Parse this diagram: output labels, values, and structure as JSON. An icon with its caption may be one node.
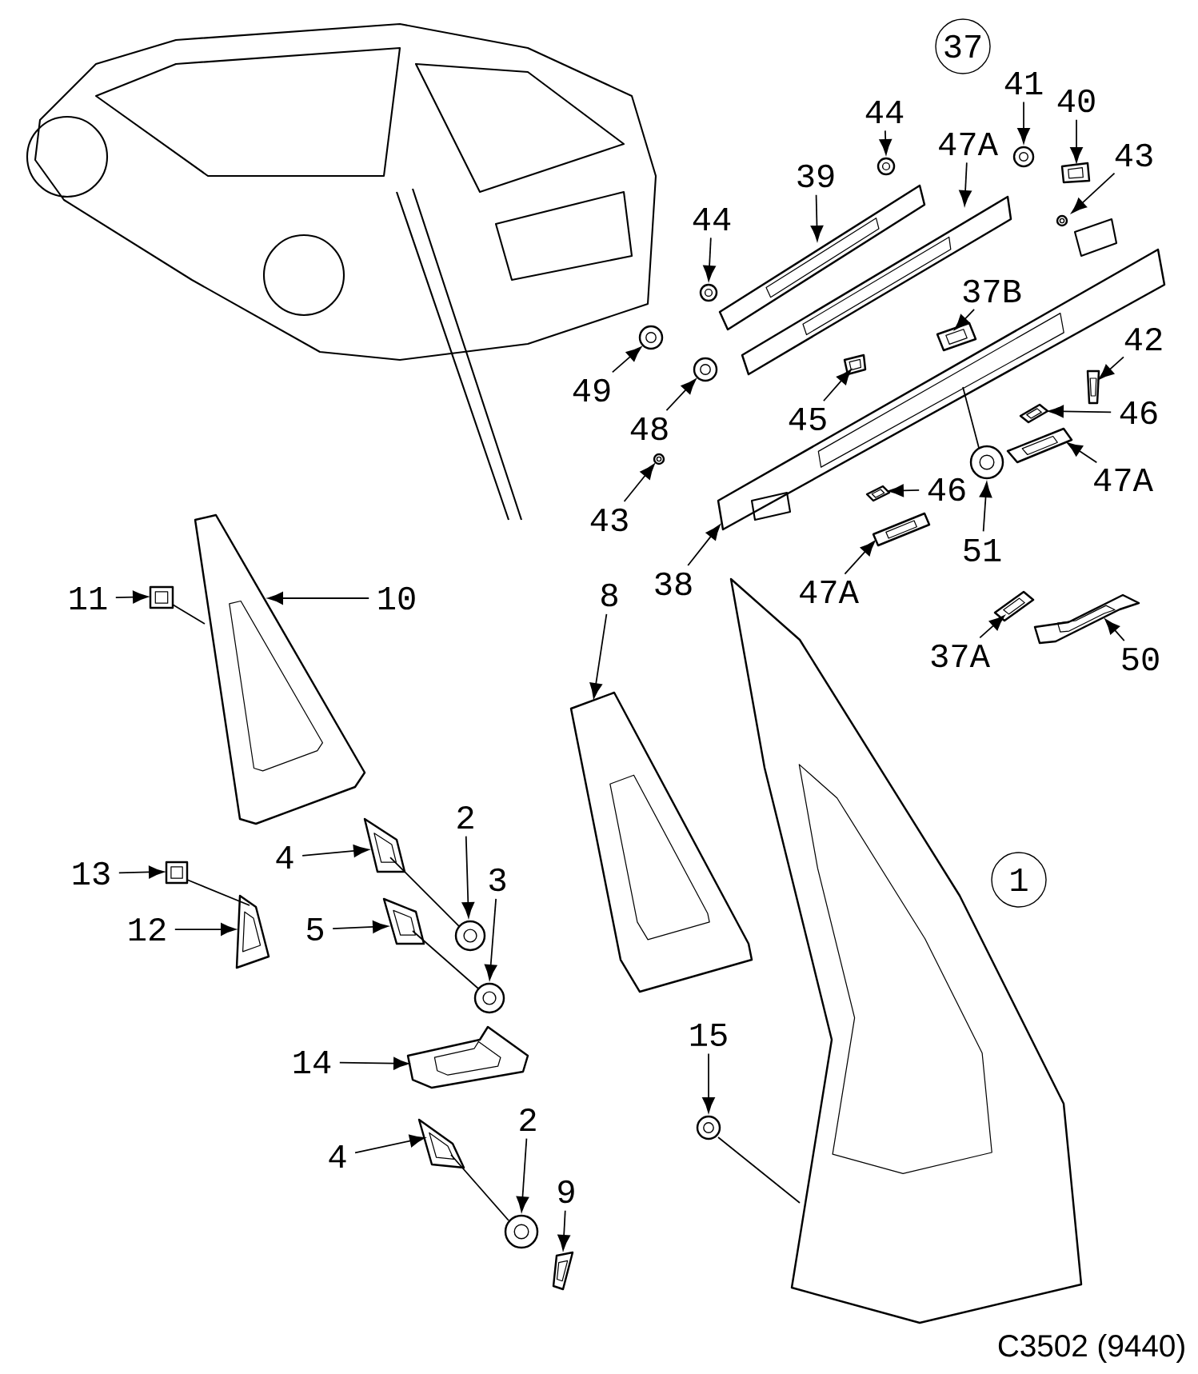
{
  "diagram": {
    "caption": "C3502 (9440)",
    "nodes": [
      {
        "text": [
          "37"
        ]
      },
      {
        "text": [
          "1"
        ]
      },
      {
        "text": [
          "44"
        ]
      },
      {
        "text": [],
        "shape": "circle"
      },
      {
        "text": [
          "39"
        ]
      },
      {
        "text": [],
        "shape": "picture"
      },
      {
        "text": [
          "47A"
        ]
      },
      {
        "text": [],
        "shape": "picture"
      },
      {
        "text": [
          "41"
        ]
      },
      {
        "text": [],
        "shape": "circle"
      },
      {
        "text": [
          "40"
        ]
      },
      {
        "text": [],
        "shape": "picture"
      },
      {
        "text": [
          "43"
        ]
      },
      {
        "text": [],
        "shape": "circle"
      },
      {
        "text": [
          "44"
        ]
      },
      {
        "text": [],
        "shape": "circle"
      },
      {
        "text": [
          "37B"
        ]
      },
      {
        "text": [],
        "shape": "picture"
      },
      {
        "text": [
          "42"
        ]
      },
      {
        "text": [],
        "shape": "picture"
      },
      {
        "text": [
          "46"
        ]
      },
      {
        "text": [],
        "shape": "picture"
      },
      {
        "text": [
          "47A"
        ]
      },
      {
        "text": [],
        "shape": "picture"
      },
      {
        "text": [
          "49"
        ]
      },
      {
        "text": [],
        "shape": "circle"
      },
      {
        "text": [
          "48"
        ]
      },
      {
        "text": [],
        "shape": "circle"
      },
      {
        "text": [
          "45"
        ]
      },
      {
        "text": [],
        "shape": "picture"
      },
      {
        "text": [
          "43"
        ]
      },
      {
        "text": [],
        "shape": "circle"
      },
      {
        "text": [
          "46"
        ]
      },
      {
        "text": [],
        "shape": "picture"
      },
      {
        "text": [
          "51"
        ]
      },
      {
        "text": [],
        "shape": "circle"
      },
      {
        "text": [
          "38"
        ]
      },
      {
        "text": [],
        "shape": "picture"
      },
      {
        "text": [
          "47A"
        ]
      },
      {
        "text": [],
        "shape": "picture"
      },
      {
        "text": [
          "37A"
        ]
      },
      {
        "text": [],
        "shape": "picture"
      },
      {
        "text": [
          "50"
        ]
      },
      {
        "text": [],
        "shape": "picture"
      },
      {
        "text": [
          "11"
        ]
      },
      {
        "text": [],
        "shape": "picture"
      },
      {
        "text": [
          "10"
        ]
      },
      {
        "text": [],
        "shape": "picture"
      },
      {
        "text": [
          "8"
        ]
      },
      {
        "text": [],
        "shape": "picture"
      },
      {
        "text": [
          "13"
        ]
      },
      {
        "text": [],
        "shape": "picture"
      },
      {
        "text": [
          "12"
        ]
      },
      {
        "text": [],
        "shape": "picture"
      },
      {
        "text": [
          "4"
        ]
      },
      {
        "text": [],
        "shape": "picture"
      },
      {
        "text": [
          "2"
        ]
      },
      {
        "text": [],
        "shape": "circle"
      },
      {
        "text": [
          "5"
        ]
      },
      {
        "text": [],
        "shape": "picture"
      },
      {
        "text": [
          "3"
        ]
      },
      {
        "text": [],
        "shape": "circle"
      },
      {
        "text": [
          "14"
        ]
      },
      {
        "text": [],
        "shape": "picture"
      },
      {
        "text": [
          "4"
        ]
      },
      {
        "text": [],
        "shape": "picture"
      },
      {
        "text": [
          "2"
        ]
      },
      {
        "text": [],
        "shape": "circle"
      },
      {
        "text": [
          "9"
        ]
      },
      {
        "text": [],
        "shape": "picture"
      },
      {
        "text": [
          "15"
        ]
      },
      {
        "text": [],
        "shape": "circle"
      },
      {
        "text": [],
        "shape": "picture"
      }
    ],
    "edges": [
      {
        "from": 2,
        "to": 3,
        "arrow": "to"
      },
      {
        "from": 4,
        "to": 5,
        "arrow": "to"
      },
      {
        "from": 6,
        "to": 7,
        "arrow": "to"
      },
      {
        "from": 8,
        "to": 9,
        "arrow": "to"
      },
      {
        "from": 10,
        "to": 11,
        "arrow": "to"
      },
      {
        "from": 12,
        "to": 13,
        "arrow": "to"
      },
      {
        "from": 14,
        "to": 15,
        "arrow": "to"
      },
      {
        "from": 16,
        "to": 17,
        "arrow": "to"
      },
      {
        "from": 18,
        "to": 19,
        "arrow": "to"
      },
      {
        "from": 20,
        "to": 21,
        "arrow": "to"
      },
      {
        "from": 22,
        "to": 23,
        "arrow": "to"
      },
      {
        "from": 24,
        "to": 25,
        "arrow": "to"
      },
      {
        "from": 26,
        "to": 27,
        "arrow": "to"
      },
      {
        "from": 28,
        "to": 29,
        "arrow": "to"
      },
      {
        "from": 30,
        "to": 31,
        "arrow": "to"
      },
      {
        "from": 32,
        "to": 33,
        "arrow": "to"
      },
      {
        "from": 34,
        "to": 35,
        "arrow": "to"
      },
      {
        "from": 36,
        "to": 37,
        "arrow": "to"
      },
      {
        "from": 38,
        "to": 39,
        "arrow": "to"
      },
      {
        "from": 40,
        "to": 41,
        "arrow": "to"
      },
      {
        "from": 42,
        "to": 43,
        "arrow": "to"
      },
      {
        "from": 44,
        "to": 45,
        "arrow": "to"
      },
      {
        "from": 46,
        "to": 47,
        "arrow": "to"
      },
      {
        "from": 48,
        "to": 49,
        "arrow": "to"
      },
      {
        "from": 50,
        "to": 51,
        "arrow": "to"
      },
      {
        "from": 52,
        "to": 53,
        "arrow": "to"
      },
      {
        "from": 54,
        "to": 55,
        "arrow": "to"
      },
      {
        "from": 56,
        "to": 57,
        "arrow": "to"
      },
      {
        "from": 58,
        "to": 59,
        "arrow": "to"
      },
      {
        "from": 60,
        "to": 61,
        "arrow": "to"
      },
      {
        "from": 62,
        "to": 63,
        "arrow": "to"
      },
      {
        "from": 64,
        "to": 65,
        "arrow": "to"
      },
      {
        "from": 66,
        "to": 67,
        "arrow": "to"
      },
      {
        "from": 68,
        "to": 69,
        "arrow": "to"
      },
      {
        "from": 70,
        "to": 71,
        "arrow": "to"
      },
      {
        "from": 45,
        "to": 47,
        "arrow": "none"
      },
      {
        "from": 51,
        "to": 53,
        "arrow": "none"
      },
      {
        "from": 55,
        "to": 57,
        "arrow": "none"
      },
      {
        "from": 59,
        "to": 61,
        "arrow": "none"
      },
      {
        "from": 65,
        "to": 67,
        "arrow": "none"
      },
      {
        "from": 71,
        "to": 72,
        "arrow": "none"
      },
      {
        "from": 35,
        "to": 37,
        "arrow": "none"
      }
    ]
  }
}
